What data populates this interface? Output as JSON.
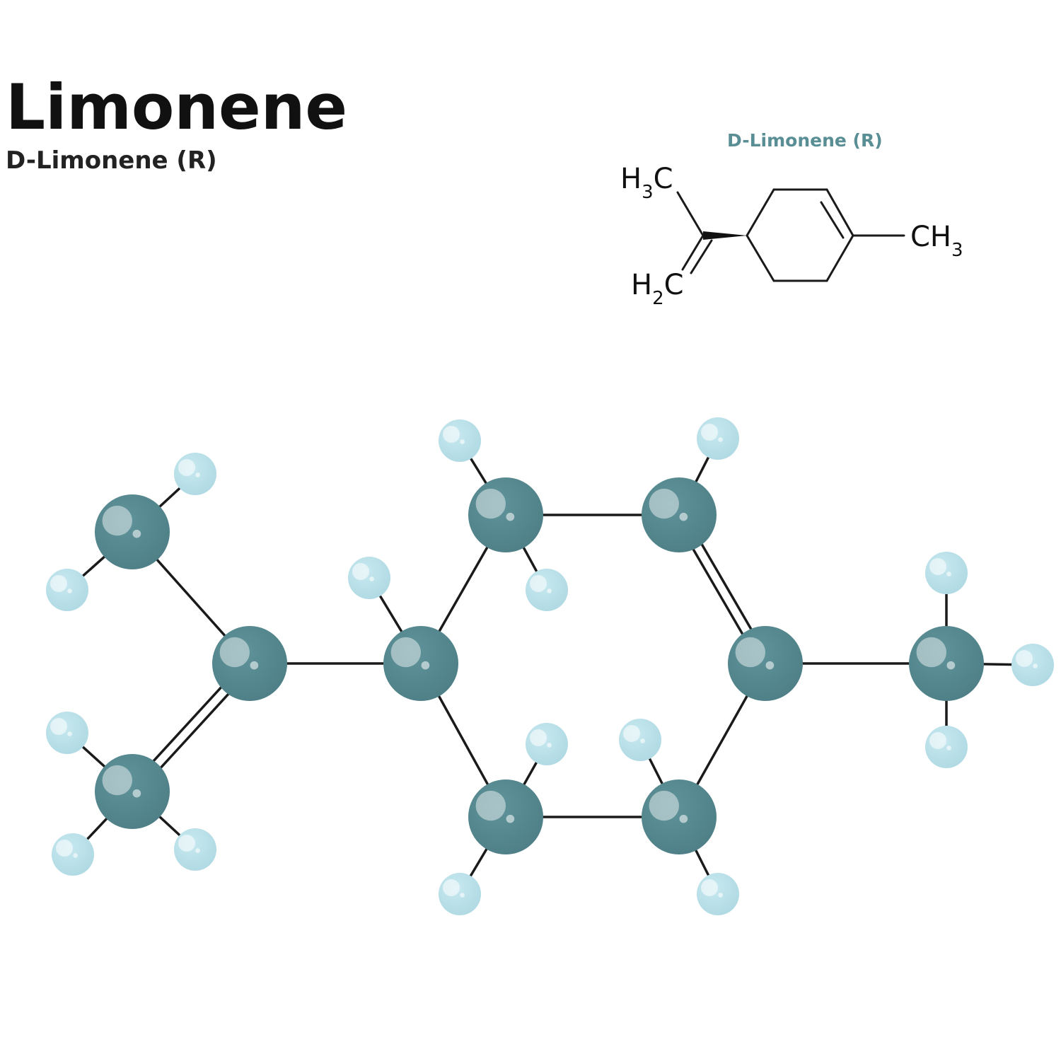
{
  "header": {
    "title": "Limonene",
    "subtitle": "D-Limonene (R)"
  },
  "skeletal": {
    "title": "D-Limonene (R)",
    "labels": {
      "h3c_main": "H",
      "h3c_sub": "3",
      "h3c_tail": "C",
      "h2c_main": "H",
      "h2c_sub": "2",
      "h2c_tail": "C",
      "ch3_main": "CH",
      "ch3_sub": "3"
    }
  },
  "colors": {
    "carbon": "#588a91",
    "carbon_shadow": "#4c7c83",
    "hydrogen": "#bfe4ec",
    "hydrogen_shadow": "#a9d5df",
    "bond": "#1a1a1a",
    "accent_label": "#5a8e95"
  },
  "model": {
    "atoms": [
      {
        "id": "C1",
        "element": "C"
      },
      {
        "id": "C2",
        "element": "C"
      },
      {
        "id": "C3",
        "element": "C"
      },
      {
        "id": "C4",
        "element": "C"
      },
      {
        "id": "C5",
        "element": "C"
      },
      {
        "id": "C6",
        "element": "C"
      },
      {
        "id": "C7",
        "element": "C"
      },
      {
        "id": "C8",
        "element": "C"
      },
      {
        "id": "C9",
        "element": "C"
      },
      {
        "id": "C10",
        "element": "C"
      },
      {
        "id": "H1",
        "element": "H"
      },
      {
        "id": "H2",
        "element": "H"
      },
      {
        "id": "H3",
        "element": "H"
      },
      {
        "id": "H4",
        "element": "H"
      },
      {
        "id": "H5",
        "element": "H"
      },
      {
        "id": "H6",
        "element": "H"
      },
      {
        "id": "H7",
        "element": "H"
      },
      {
        "id": "H8",
        "element": "H"
      },
      {
        "id": "H9",
        "element": "H"
      },
      {
        "id": "H10",
        "element": "H"
      },
      {
        "id": "H11",
        "element": "H"
      },
      {
        "id": "H12",
        "element": "H"
      },
      {
        "id": "H13",
        "element": "H"
      },
      {
        "id": "H14",
        "element": "H"
      },
      {
        "id": "H15",
        "element": "H"
      },
      {
        "id": "H16",
        "element": "H"
      }
    ],
    "bonds": [
      {
        "a": "C1",
        "b": "C2",
        "order": 1
      },
      {
        "a": "C2",
        "b": "C3",
        "order": 2
      },
      {
        "a": "C2",
        "b": "C4",
        "order": 1
      },
      {
        "a": "C4",
        "b": "C5",
        "order": 1
      },
      {
        "a": "C5",
        "b": "C6",
        "order": 1
      },
      {
        "a": "C6",
        "b": "C7",
        "order": 2
      },
      {
        "a": "C7",
        "b": "C10",
        "order": 1
      },
      {
        "a": "C10",
        "b": "C9",
        "order": 1
      },
      {
        "a": "C9",
        "b": "C8",
        "order": 1
      },
      {
        "a": "C8",
        "b": "C4",
        "order": 1
      },
      {
        "a": "C7",
        "b": "C11",
        "order": 1
      }
    ]
  }
}
